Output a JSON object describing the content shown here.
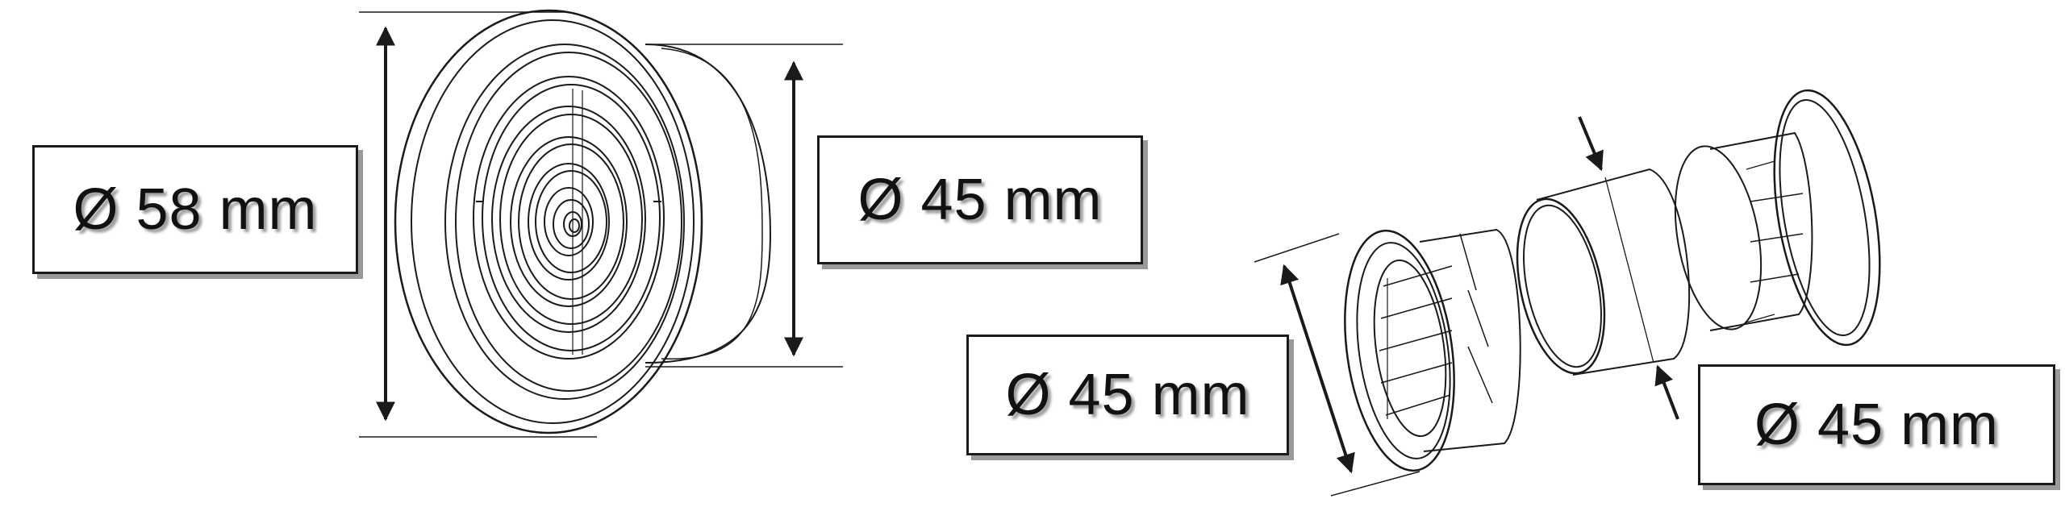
{
  "labels": {
    "diameter_outer": "Ø 58 mm",
    "diameter_inner": "Ø 45 mm",
    "diameter_grille": "Ø 45 mm",
    "diameter_sleeve": "Ø 45 mm"
  },
  "colors": {
    "line": "#1a1a1a",
    "label_border": "#1a1a1a",
    "shadow": "#9a9a9a",
    "background": "#ffffff"
  }
}
